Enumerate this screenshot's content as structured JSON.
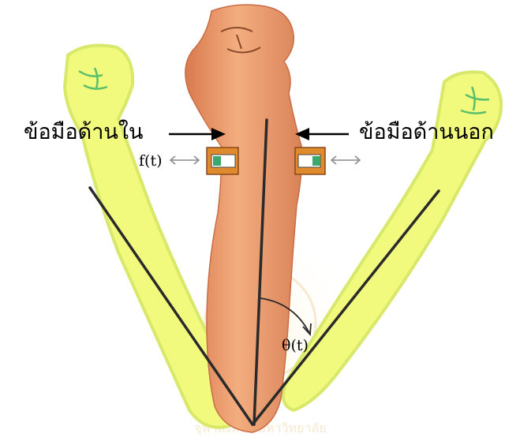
{
  "labels": {
    "inner_wrist": "ข้อมือด้านใน",
    "outer_wrist": "ข้อมือด้านนอก",
    "force": "f(t)",
    "angle": "θ(t)"
  },
  "colors": {
    "ghost_arm_fill": "#f2fa7e",
    "ghost_arm_glow": "#f9fcc4",
    "ghost_arm_outline": "#c8d84a",
    "center_arm": "#ec9a6c",
    "center_arm_dark": "#c96c46",
    "line": "#2a2a2a",
    "sensor_orange": "#e08a2e",
    "sensor_green": "#3aa86a",
    "watermark": "#f4d7a8"
  },
  "icons": {
    "arm_left": "raised-fist-arm-icon",
    "arm_right": "raised-fist-arm-icon",
    "arm_center": "raised-fist-arm-icon",
    "sensor_left": "wrist-sensor-icon",
    "sensor_right": "wrist-sensor-icon",
    "watermark": "university-seal-icon"
  },
  "watermark_text": "จุฬาลงกรณ์มหาวิทยาลัย"
}
